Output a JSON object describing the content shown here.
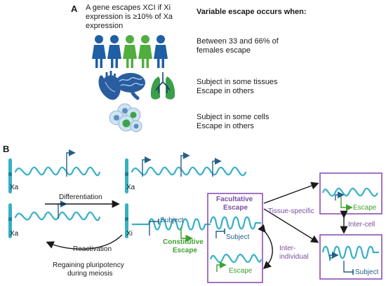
{
  "panel_a": {
    "letter": "A",
    "definition_line1": "A gene escapes XCI if Xi",
    "definition_line2": "expression is ≥10% of Xa",
    "definition_line3": "expression",
    "header": "Variable escape occurs when:",
    "row1_line1": "Between 33 and 66% of",
    "row1_line2": "females escape",
    "row2_line1": "Subject in some tissues",
    "row2_line2": "Escape in others",
    "row3_line1": "Subject in some cells",
    "row3_line2": "Escape in others",
    "icons": [
      "female-figure-icon",
      "heart-icon",
      "brain-icon",
      "lungs-icon",
      "cell-cluster-icon"
    ],
    "colors": {
      "female_blue": "#1f5fa6",
      "female_green": "#52ad3f",
      "organ_blue": "#2a5d9f",
      "lung_green": "#3c9f4a"
    }
  },
  "panel_b": {
    "letter": "B",
    "xa_label": "Xa",
    "xi_label": "Xi",
    "differentiation": "Differentiation",
    "reactivation": "Reactivation",
    "regain_line1": "Regaining pluripotency",
    "regain_line2": "during meiosis",
    "subject": "Subject",
    "constitutive_line1": "Constitutive",
    "constitutive_line2": "Escape",
    "facultative_line1": "Facultative",
    "facultative_line2": "Escape",
    "escape": "Escape",
    "tissue_specific": "Tissue-specific",
    "inter_cell": "Inter-cell",
    "inter_individual_line1": "Inter-",
    "inter_individual_line2": "individual",
    "colors": {
      "chromatin": "#36b0c6",
      "box": "#8e4fb2",
      "escape_green": "#3fa12f",
      "subject_blue": "#245f8a"
    }
  }
}
